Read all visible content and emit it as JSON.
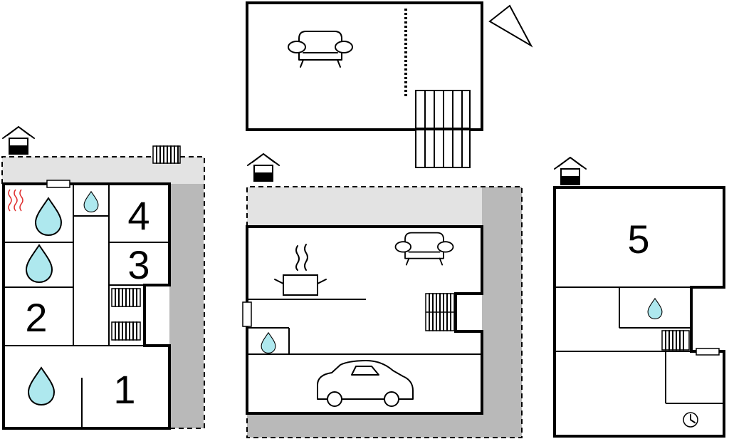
{
  "floorplan": {
    "rooms": [
      {
        "id": "bedroom-1",
        "number": "1"
      },
      {
        "id": "bedroom-2",
        "number": "2"
      },
      {
        "id": "bedroom-3",
        "number": "3"
      },
      {
        "id": "bedroom-4",
        "number": "4"
      },
      {
        "id": "bedroom-5",
        "number": "5"
      }
    ],
    "colors": {
      "water": "#aee8ee",
      "terrace": "#e3e3e3",
      "garden": "#b9b9b9",
      "heating": "#e03030",
      "walls": "#000000"
    },
    "icons": [
      "sofa-icon",
      "staircase-icon",
      "compass-icon",
      "house-entrance-icon",
      "radiator-icon",
      "heating-icon",
      "water-drop-icon",
      "kitchen-pot-icon",
      "car-icon",
      "clock-icon",
      "window-icon"
    ]
  }
}
